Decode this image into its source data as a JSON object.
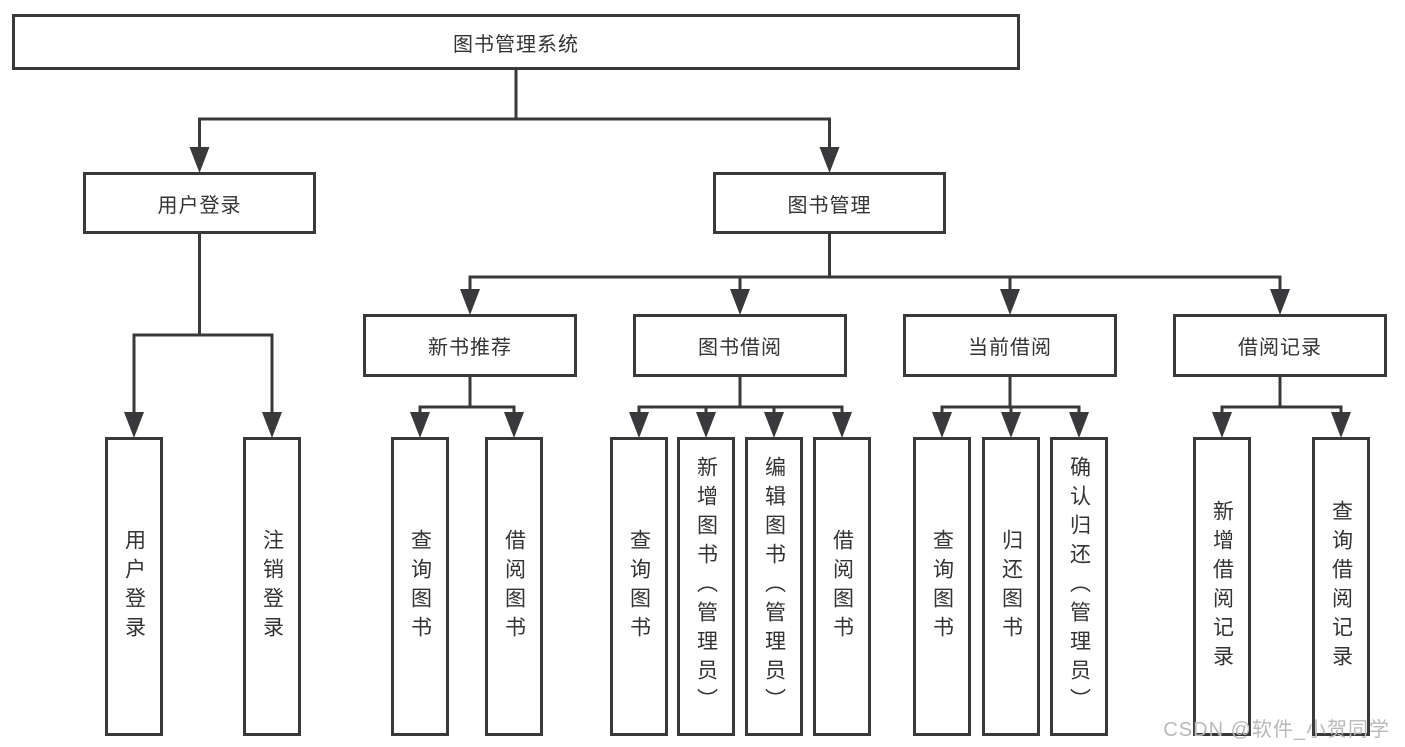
{
  "diagram": {
    "type": "tree",
    "title": "图书管理系统",
    "nodes": [
      {
        "id": "root",
        "label": "图书管理系统",
        "level": 1
      },
      {
        "id": "login",
        "label": "用户登录",
        "level": 2
      },
      {
        "id": "mgmt",
        "label": "图书管理",
        "level": 2
      },
      {
        "id": "rec",
        "label": "新书推荐",
        "level": 3
      },
      {
        "id": "borrow",
        "label": "图书借阅",
        "level": 3
      },
      {
        "id": "current",
        "label": "当前借阅",
        "level": 3
      },
      {
        "id": "records",
        "label": "借阅记录",
        "level": 3
      },
      {
        "id": "login-user",
        "label": "用户登录",
        "level": 4
      },
      {
        "id": "login-logout",
        "label": "注销登录",
        "level": 4
      },
      {
        "id": "rec-query",
        "label": "查询图书",
        "level": 4
      },
      {
        "id": "rec-borrow",
        "label": "借阅图书",
        "level": 4
      },
      {
        "id": "borrow-query",
        "label": "查询图书",
        "level": 4
      },
      {
        "id": "borrow-add",
        "label": "新增图书（管理员）",
        "level": 4
      },
      {
        "id": "borrow-edit",
        "label": "编辑图书（管理员）",
        "level": 4
      },
      {
        "id": "borrow-borrow",
        "label": "借阅图书",
        "level": 4
      },
      {
        "id": "current-query",
        "label": "查询图书",
        "level": 4
      },
      {
        "id": "current-return",
        "label": "归还图书",
        "level": 4
      },
      {
        "id": "current-confirm",
        "label": "确认归还（管理员）",
        "level": 4
      },
      {
        "id": "records-add",
        "label": "新增借阅记录",
        "level": 4
      },
      {
        "id": "records-query",
        "label": "查询借阅记录",
        "level": 4
      }
    ],
    "edges": [
      [
        "root",
        "login"
      ],
      [
        "root",
        "mgmt"
      ],
      [
        "login",
        "login-user"
      ],
      [
        "login",
        "login-logout"
      ],
      [
        "mgmt",
        "rec"
      ],
      [
        "mgmt",
        "borrow"
      ],
      [
        "mgmt",
        "current"
      ],
      [
        "mgmt",
        "records"
      ],
      [
        "rec",
        "rec-query"
      ],
      [
        "rec",
        "rec-borrow"
      ],
      [
        "borrow",
        "borrow-query"
      ],
      [
        "borrow",
        "borrow-add"
      ],
      [
        "borrow",
        "borrow-edit"
      ],
      [
        "borrow",
        "borrow-borrow"
      ],
      [
        "current",
        "current-query"
      ],
      [
        "current",
        "current-return"
      ],
      [
        "current",
        "current-confirm"
      ],
      [
        "records",
        "records-add"
      ],
      [
        "records",
        "records-query"
      ]
    ]
  },
  "watermark": {
    "text": "CSDN @软件_小贺同学",
    "color": "#b9b9b9"
  },
  "colors": {
    "line": "#39393b",
    "box_border": "#39393b",
    "box_background": "#ffffff",
    "text": "#333333",
    "page_background": "#ffffff"
  }
}
